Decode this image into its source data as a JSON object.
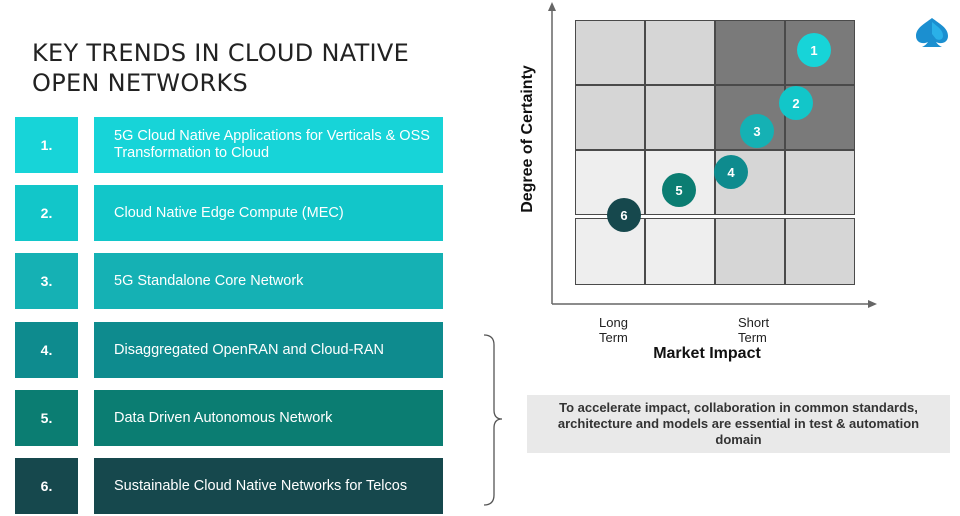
{
  "title": "KEY TRENDS IN CLOUD NATIVE OPEN NETWORKS",
  "trends": [
    {
      "number": "1.",
      "label": "5G Cloud Native Applications for Verticals & OSS Transformation to Cloud"
    },
    {
      "number": "2.",
      "label": "Cloud Native Edge Compute (MEC)"
    },
    {
      "number": "3.",
      "label": "5G Standalone Core Network"
    },
    {
      "number": "4.",
      "label": "Disaggregated OpenRAN and Cloud-RAN"
    },
    {
      "number": "5.",
      "label": "Data Driven Autonomous Network"
    },
    {
      "number": "6.",
      "label": "Sustainable Cloud Native Networks for Telcos"
    }
  ],
  "matrix": {
    "x_axis_label": "Market Impact",
    "y_axis_label": "Degree of Certainty",
    "x_ticks": [
      "Long Term",
      "Short Term"
    ],
    "bubbles": [
      "1",
      "2",
      "3",
      "4",
      "5",
      "6"
    ]
  },
  "note": "To accelerate impact, collaboration in common standards, architecture and models are essential in test & automation domain",
  "colors": {
    "trend1": "#17d4d8",
    "trend2": "#12c6c9",
    "trend3": "#15b1b4",
    "trend4": "#0e8b8e",
    "trend5": "#0b7d72",
    "trend6": "#16484d",
    "quadrant_dark": "#7a7a7a",
    "quadrant_mid": "#d6d6d6",
    "quadrant_light": "#eeeeee"
  },
  "logo_icon": "spade-logo-icon"
}
